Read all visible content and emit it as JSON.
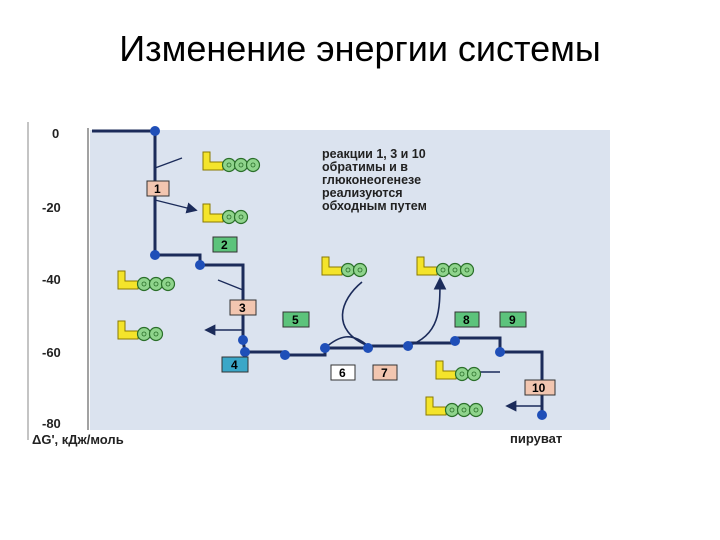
{
  "slide": {
    "title": "Изменение энергии системы"
  },
  "axis": {
    "ticks": [
      "0",
      "-20",
      "-40",
      "-60",
      "-80"
    ],
    "label": "ΔG', кДж/моль"
  },
  "steps": [
    "1",
    "2",
    "3",
    "4",
    "5",
    "6",
    "7",
    "8",
    "9",
    "10"
  ],
  "note": [
    "реакции 1, 3 и 10",
    "обратимы и в",
    "глюконеогенезе",
    "реализуются",
    "обходным путем"
  ],
  "end_label": "пируват",
  "colors": {
    "panel": "#dbe3ef",
    "path": "#1b2b5a",
    "node": "#1f4fb8",
    "irreversible_box": "#f2c6b0",
    "reversible_box": "#5cc37b",
    "reversible_box_4": "#3aa7c8",
    "atp_yellow": "#f4e42b",
    "phosphate_green": "#8fd48c"
  },
  "icons": [
    "atp-icon",
    "adp-icon"
  ]
}
